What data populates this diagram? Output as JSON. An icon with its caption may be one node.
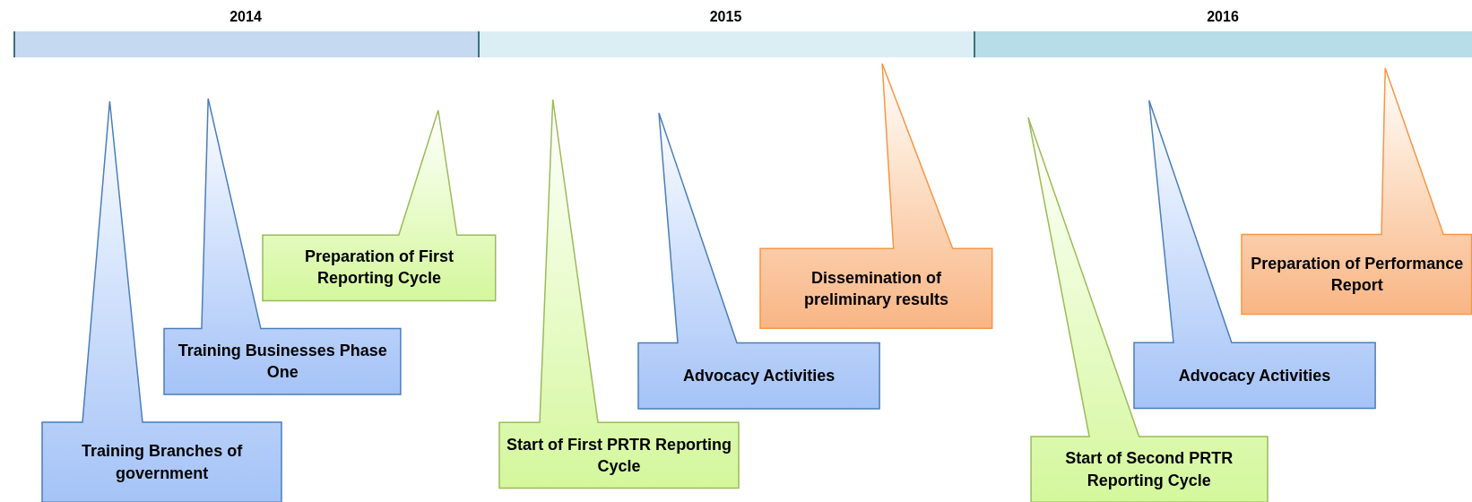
{
  "diagram": {
    "nodes": [
      {
        "text": [
          "2014"
        ]
      },
      {
        "text": [
          "2015"
        ]
      },
      {
        "text": [
          "2016"
        ]
      },
      {
        "text": [
          "Training Branches of government"
        ]
      },
      {
        "text": [
          "Training Businesses Phase One"
        ]
      },
      {
        "text": [
          "Preparation of First Reporting Cycle"
        ]
      },
      {
        "text": [
          "Start of First PRTR Reporting Cycle"
        ]
      },
      {
        "text": [
          "Advocacy Activities"
        ]
      },
      {
        "text": [
          "Dissemination of preliminary results"
        ]
      },
      {
        "text": [
          "Start of Second PRTR Reporting Cycle"
        ]
      },
      {
        "text": [
          "Advocacy Activities"
        ]
      },
      {
        "text": [
          "Preparation of Performance Report"
        ]
      }
    ]
  }
}
